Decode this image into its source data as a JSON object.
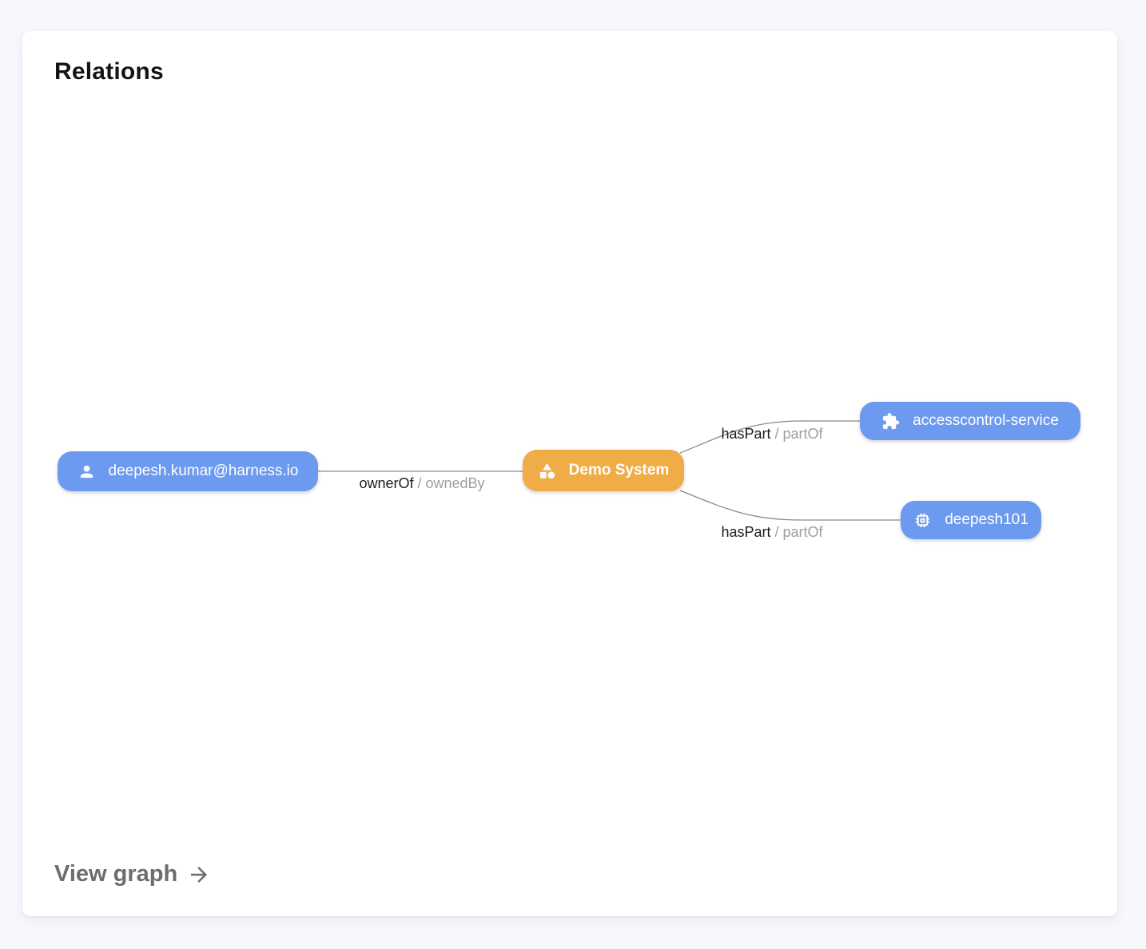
{
  "card": {
    "title": "Relations",
    "footer": {
      "view_graph_label": "View graph"
    }
  },
  "graph": {
    "nodes": [
      {
        "id": "user",
        "label": "deepesh.kumar@harness.io",
        "icon": "person-icon",
        "color": "#6C9AEF"
      },
      {
        "id": "demo-system",
        "label": "Demo System",
        "icon": "category-icon",
        "color": "#EFAC47"
      },
      {
        "id": "accesscontrol-service",
        "label": "accesscontrol-service",
        "icon": "extension-icon",
        "color": "#6C9AEF"
      },
      {
        "id": "deepesh101",
        "label": "deepesh101",
        "icon": "memory-icon",
        "color": "#6C9AEF"
      }
    ],
    "edges": [
      {
        "from": "deepesh.kumar@harness.io",
        "to": "Demo System",
        "label_primary": "ownerOf",
        "label_separator": " / ",
        "label_secondary": "ownedBy"
      },
      {
        "from": "Demo System",
        "to": "accesscontrol-service",
        "label_primary": "hasPart",
        "label_separator": " / ",
        "label_secondary": "partOf"
      },
      {
        "from": "Demo System",
        "to": "deepesh101",
        "label_primary": "hasPart",
        "label_separator": " / ",
        "label_secondary": "partOf"
      }
    ]
  },
  "colors": {
    "page_background": "#F6F8FC",
    "card_background": "#FFFFFF",
    "node_blue": "#6C9AEF",
    "node_orange": "#EFAC47",
    "node_text": "#FFFFFF",
    "edge_line": "#8A8A8A",
    "edge_label_primary": "#1C1C1C",
    "edge_label_secondary": "#9AA0A6",
    "title_text": "#141414",
    "view_graph_text": "#6D6D6D"
  }
}
